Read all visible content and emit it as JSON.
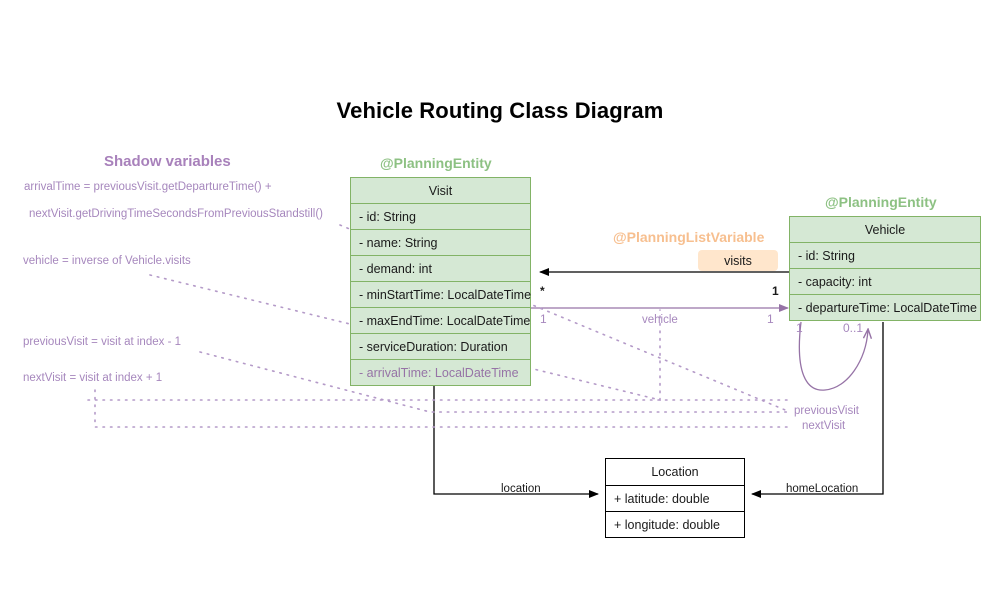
{
  "title": "Vehicle Routing Class Diagram",
  "palette": {
    "entity_fill": "#d5e8d4",
    "entity_stroke": "#82b366",
    "entity_caption": "#8dc183",
    "shadow_purple": "#a687bd",
    "listvar_orange": "#f7bf8f",
    "badge_fill": "#ffe6cc",
    "plain_stroke": "#000000"
  },
  "classes": {
    "visit": {
      "stereotype": "@PlanningEntity",
      "name": "Visit",
      "attributes": [
        {
          "text": "- id: String",
          "shadow": false
        },
        {
          "text": "- name: String",
          "shadow": false
        },
        {
          "text": "- demand: int",
          "shadow": false
        },
        {
          "text": "- minStartTime: LocalDateTime",
          "shadow": false
        },
        {
          "text": "- maxEndTime: LocalDateTime",
          "shadow": false
        },
        {
          "text": "- serviceDuration: Duration",
          "shadow": false
        },
        {
          "text": "- arrivalTime: LocalDateTime",
          "shadow": true
        }
      ]
    },
    "vehicle": {
      "stereotype": "@PlanningEntity",
      "name": "Vehicle",
      "attributes": [
        {
          "text": "- id: String",
          "shadow": false
        },
        {
          "text": "- capacity: int",
          "shadow": false
        },
        {
          "text": "- departureTime: LocalDateTime",
          "shadow": false
        }
      ]
    },
    "location": {
      "name": "Location",
      "attributes": [
        {
          "text": "+ latitude: double",
          "shadow": false
        },
        {
          "text": "+ longitude: double",
          "shadow": false
        }
      ]
    }
  },
  "annotations": {
    "planning_list_variable": "@PlanningListVariable",
    "visits_badge": "visits"
  },
  "shadow_panel": {
    "heading": "Shadow variables",
    "notes": [
      "arrivalTime = previousVisit.getDepartureTime() +",
      "nextVisit.getDrivingTimeSecondsFromPreviousStandstill()",
      "vehicle = inverse of Vehicle.visits",
      "previousVisit = visit at index - 1",
      "nextVisit = visit at index + 1"
    ]
  },
  "edges": {
    "visits": {
      "label": "visits",
      "source_mult": "*",
      "target_mult": "1"
    },
    "vehicle": {
      "label": "vehicle",
      "source_mult": "1",
      "target_mult": "1"
    },
    "location": {
      "label": "location"
    },
    "home_location": {
      "label": "homeLocation"
    },
    "previous_visit": {
      "label": "previousVisit"
    },
    "next_visit": {
      "label": "nextVisit"
    },
    "self_loop": {
      "source_mult": "1",
      "target_mult": "0..1"
    }
  }
}
